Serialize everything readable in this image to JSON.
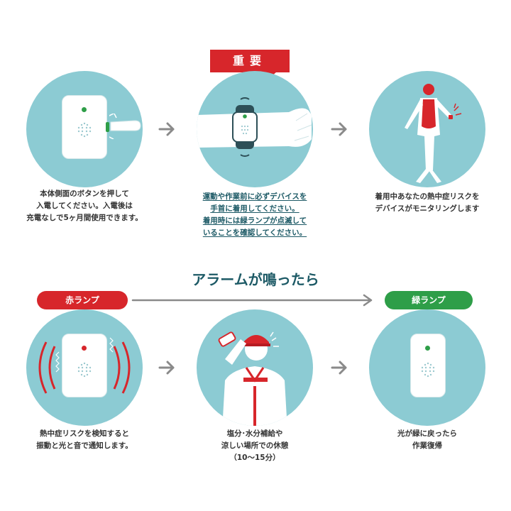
{
  "steps_top": [
    {
      "caption": [
        "本体側面のボタンを押して",
        "入電してください。入電後は",
        "充電なしで5ヶ月間使用できます。"
      ]
    },
    {
      "caption": [
        "運動や作業前に必ずデバイスを",
        "手首に着用してください。",
        "着用時には緑ランプが点滅して",
        "いることを確認してください。"
      ]
    },
    {
      "caption": [
        "着用中あなたの熱中症リスクを",
        "デバイスがモニタリングします"
      ]
    }
  ],
  "important_label": "重要",
  "alarm_title": "アラームが鳴ったら",
  "red_lamp_label": "赤ランプ",
  "green_lamp_label": "緑ランプ",
  "steps_bottom": [
    {
      "caption": [
        "熱中症リスクを検知すると",
        "振動と光と音で通知します。"
      ]
    },
    {
      "caption": [
        "塩分･水分補給や",
        "涼しい場所での休憩",
        "（10～15分）"
      ]
    },
    {
      "caption": [
        "光が緑に戻ったら",
        "作業復帰"
      ]
    }
  ],
  "colors": {
    "circle": "#8ccbd3",
    "red": "#d7262b",
    "green": "#2e9e48",
    "teal_text": "#1d5a66"
  }
}
